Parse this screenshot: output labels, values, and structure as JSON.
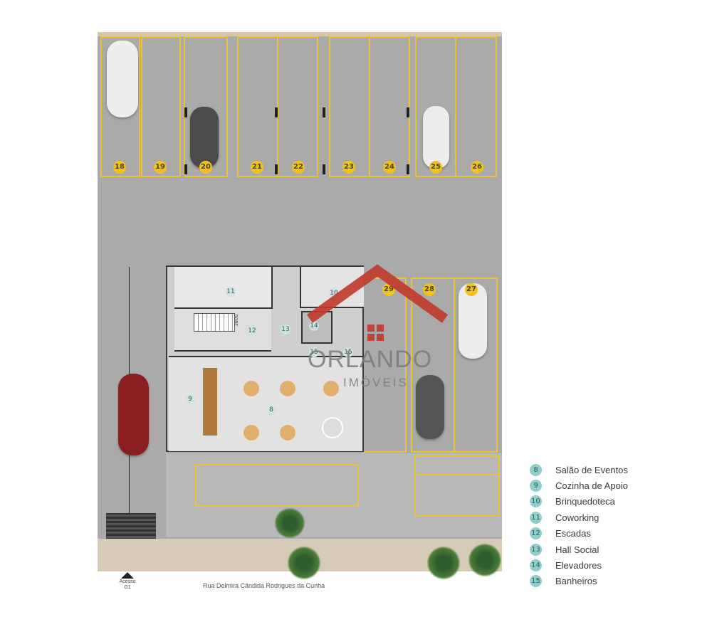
{
  "parking_spots": [
    {
      "num": "18"
    },
    {
      "num": "19"
    },
    {
      "num": "20"
    },
    {
      "num": "21"
    },
    {
      "num": "22"
    },
    {
      "num": "23"
    },
    {
      "num": "24"
    },
    {
      "num": "25"
    },
    {
      "num": "26"
    },
    {
      "num": "27"
    },
    {
      "num": "28"
    },
    {
      "num": "29"
    }
  ],
  "room_labels": [
    "8",
    "9",
    "10",
    "11",
    "12",
    "13",
    "14",
    "15",
    "15"
  ],
  "stair_label": "SOBE",
  "watermark": {
    "brand": "ORLANDO",
    "sub": "IMÓVEIS"
  },
  "legend": [
    {
      "num": "8",
      "label": "Salão de Eventos"
    },
    {
      "num": "9",
      "label": "Cozinha de Apoio"
    },
    {
      "num": "10",
      "label": "Brinquedoteca"
    },
    {
      "num": "11",
      "label": "Coworking"
    },
    {
      "num": "12",
      "label": "Escadas"
    },
    {
      "num": "13",
      "label": "Hall Social"
    },
    {
      "num": "14",
      "label": "Elevadores"
    },
    {
      "num": "15",
      "label": "Banheiros"
    }
  ],
  "street_name": "Rua Delmira Cândida Rodrigues da Cunha",
  "access": {
    "line1": "Acesso",
    "line2": "G1"
  },
  "colors": {
    "asphalt": "#a9aaa9",
    "spot_line": "#e8c23a",
    "spot_badge": "#f2c21b",
    "legend_badge": "#8ecfcc",
    "watermark": "#c0392b"
  }
}
